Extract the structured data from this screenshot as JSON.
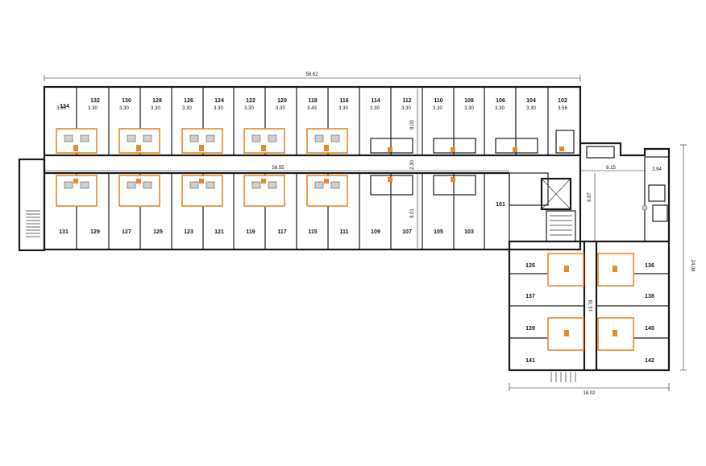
{
  "dimensions": {
    "total_length": "58.62",
    "corridor_length": "58.55",
    "wing_depth_top": "8.00",
    "wing_depth_bottom": "8.01",
    "corridor_width": "2.30",
    "stair_core": "9.87",
    "lobby_width": "8.15",
    "service_room": "2.94",
    "annex_width": "18.02",
    "annex_height": "24.06",
    "annex_corridor": "13.78"
  },
  "north_rooms": [
    {
      "number": "134",
      "width": "3.30"
    },
    {
      "number": "132",
      "width": "3.30"
    },
    {
      "number": "130",
      "width": "3.30"
    },
    {
      "number": "128",
      "width": "3.30"
    },
    {
      "number": "126",
      "width": "3.30"
    },
    {
      "number": "124",
      "width": "3.30"
    },
    {
      "number": "122",
      "width": "3.30"
    },
    {
      "number": "120",
      "width": "3.30"
    },
    {
      "number": "118",
      "width": "3.43"
    },
    {
      "number": "116",
      "width": "3.30"
    },
    {
      "number": "114",
      "width": "3.30"
    },
    {
      "number": "112",
      "width": "3.30"
    },
    {
      "number": "110",
      "width": "3.30"
    },
    {
      "number": "108",
      "width": "3.30"
    },
    {
      "number": "106",
      "width": "3.30"
    },
    {
      "number": "104",
      "width": "3.30"
    },
    {
      "number": "102",
      "width": "3.56"
    }
  ],
  "south_rooms": [
    "131",
    "129",
    "127",
    "125",
    "123",
    "121",
    "119",
    "117",
    "115",
    "111",
    "109",
    "107",
    "105",
    "103"
  ],
  "other_rooms": {
    "lobby": "101"
  },
  "annex_left": [
    "135",
    "137",
    "139",
    "141"
  ],
  "annex_right": [
    "136",
    "138",
    "140",
    "142"
  ]
}
